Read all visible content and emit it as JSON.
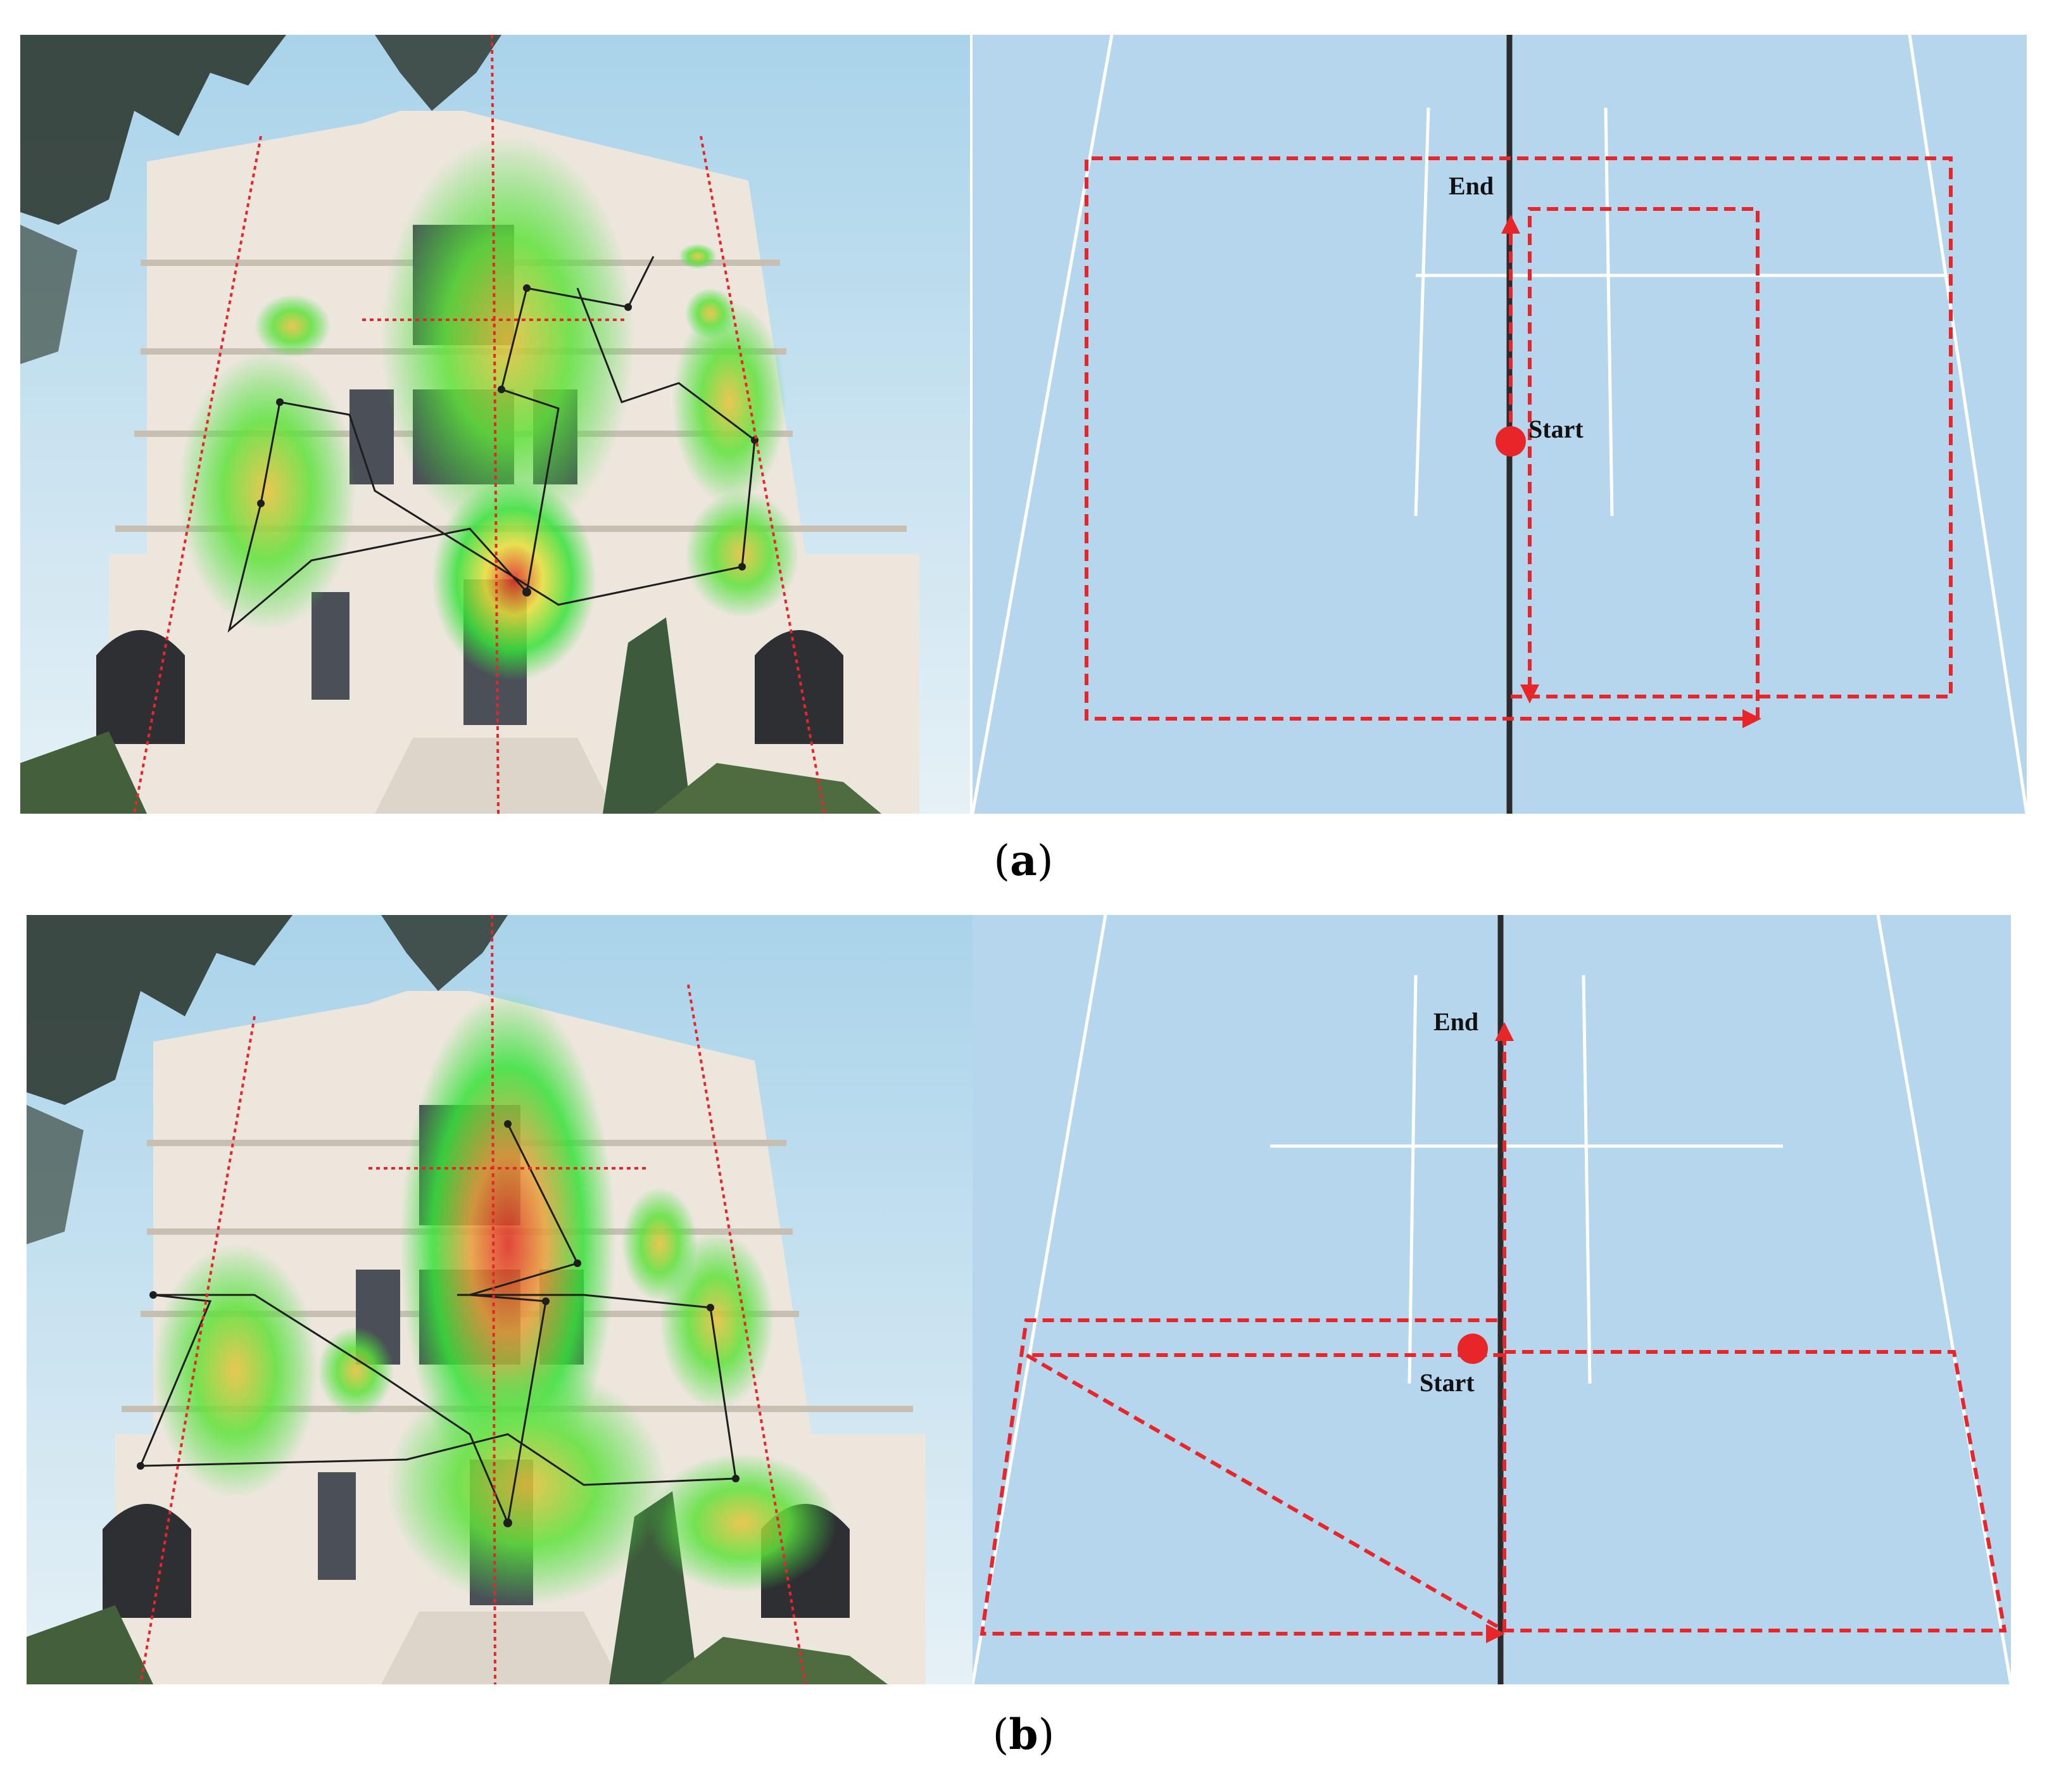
{
  "panels": [
    {
      "id": "a",
      "caption_open": "(",
      "caption_letter": "a",
      "caption_close": ")",
      "start_label": "Start",
      "end_label": "End"
    },
    {
      "id": "b",
      "caption_open": "(",
      "caption_letter": "b",
      "caption_close": ")",
      "start_label": "Start",
      "end_label": "End"
    }
  ],
  "colors": {
    "diagram_background": "#b5d6ec",
    "path_red": "#e8262a",
    "axis_dark": "#2b2b2b",
    "guide_white": "#ffffff",
    "heatmap_green": "#36e23a",
    "heatmap_yellow": "#e8e03a",
    "heatmap_red": "#e02a1f",
    "sky": "#b8d9ea",
    "facade": "#ece6dc"
  }
}
